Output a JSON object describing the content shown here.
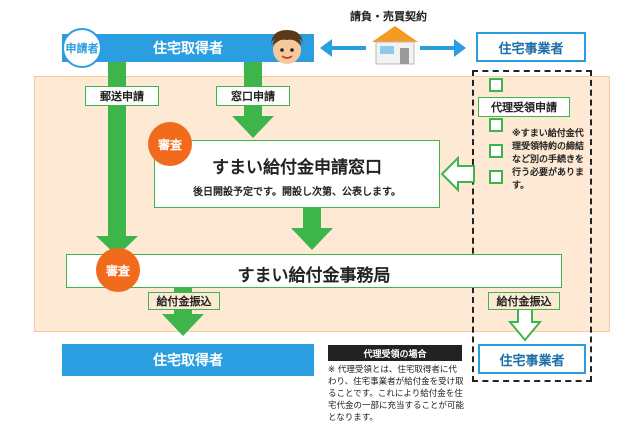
{
  "top": {
    "contract_label": "請負・売買契約",
    "applicant_badge": "申請者",
    "homeowner_label": "住宅取得者",
    "builder_label": "住宅事業者"
  },
  "channels": {
    "mail": "郵送申請",
    "counter": "窓口申請",
    "proxy": "代理受領申請"
  },
  "window": {
    "review_badge": "審査",
    "title": "すまい給付金申請窓口",
    "subtitle": "後日開設予定です。開設し次第、公表します。"
  },
  "office": {
    "review_badge": "審査",
    "title": "すまい給付金事務局"
  },
  "payment": {
    "left_label": "給付金振込",
    "right_label": "給付金振込"
  },
  "proxy_note": "※すまい給付金代理受領特約の締結など別の手続きを行う必要があります。",
  "bottom": {
    "homeowner_label": "住宅取得者",
    "builder_label": "住宅事業者"
  },
  "info": {
    "title": "代理受領の場合",
    "body": "※ 代理受領とは、住宅取得者に代わり、住宅事業者が給付金を受け取ることです。これにより給付金を住宅代金の一部に充当することが可能となります。"
  },
  "colors": {
    "blue": "#2a9ee0",
    "green": "#3db54a",
    "orange": "#f26b1d",
    "panel": "#fde9d4"
  }
}
